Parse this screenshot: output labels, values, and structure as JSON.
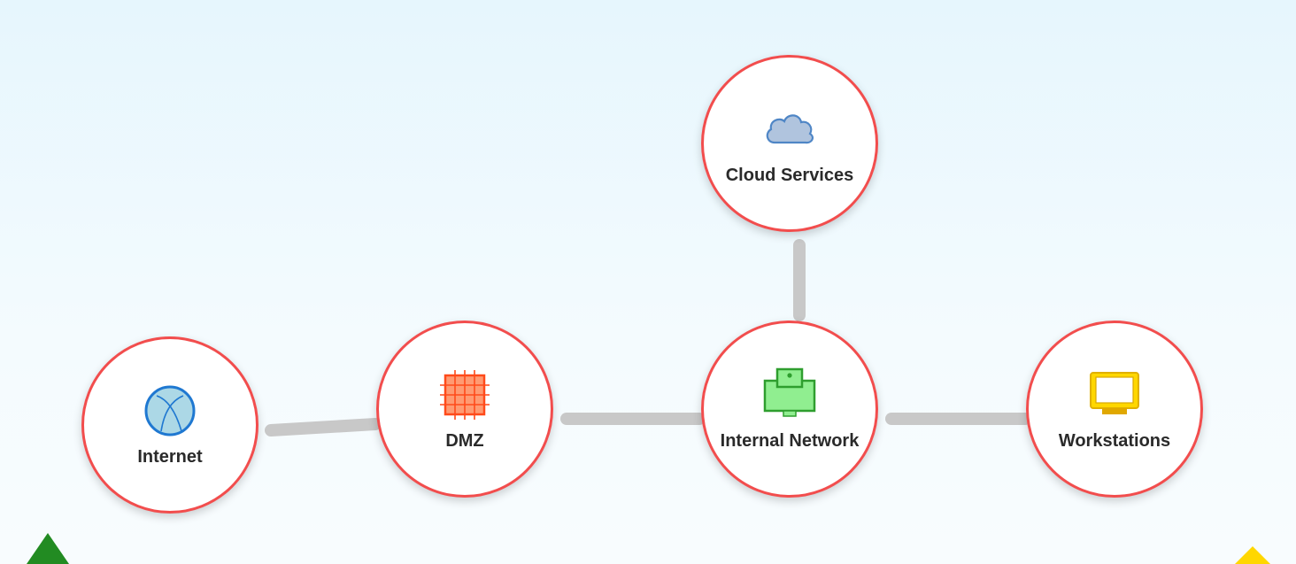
{
  "diagram": {
    "nodes": [
      {
        "id": "internet",
        "label": "Internet",
        "icon": "globe-icon"
      },
      {
        "id": "dmz",
        "label": "DMZ",
        "icon": "firewall-icon"
      },
      {
        "id": "internal",
        "label": "Internal Network",
        "icon": "network-switch-icon"
      },
      {
        "id": "cloud",
        "label": "Cloud Services",
        "icon": "cloud-icon"
      },
      {
        "id": "workstations",
        "label": "Workstations",
        "icon": "monitor-icon"
      }
    ],
    "links": [
      {
        "from": "internet",
        "to": "dmz"
      },
      {
        "from": "dmz",
        "to": "internal"
      },
      {
        "from": "internal",
        "to": "workstations"
      },
      {
        "from": "internal",
        "to": "cloud"
      }
    ]
  },
  "colors": {
    "node_border": "#f24d4d",
    "link": "#c8c8c8",
    "globe": "#1f78d1",
    "firewall": "#ff5a1f",
    "switch": "#2e9e2e",
    "cloud": "#4f86c6",
    "monitor": "#f5c400",
    "corner_left": "#228b22",
    "corner_right": "#ffd700"
  }
}
